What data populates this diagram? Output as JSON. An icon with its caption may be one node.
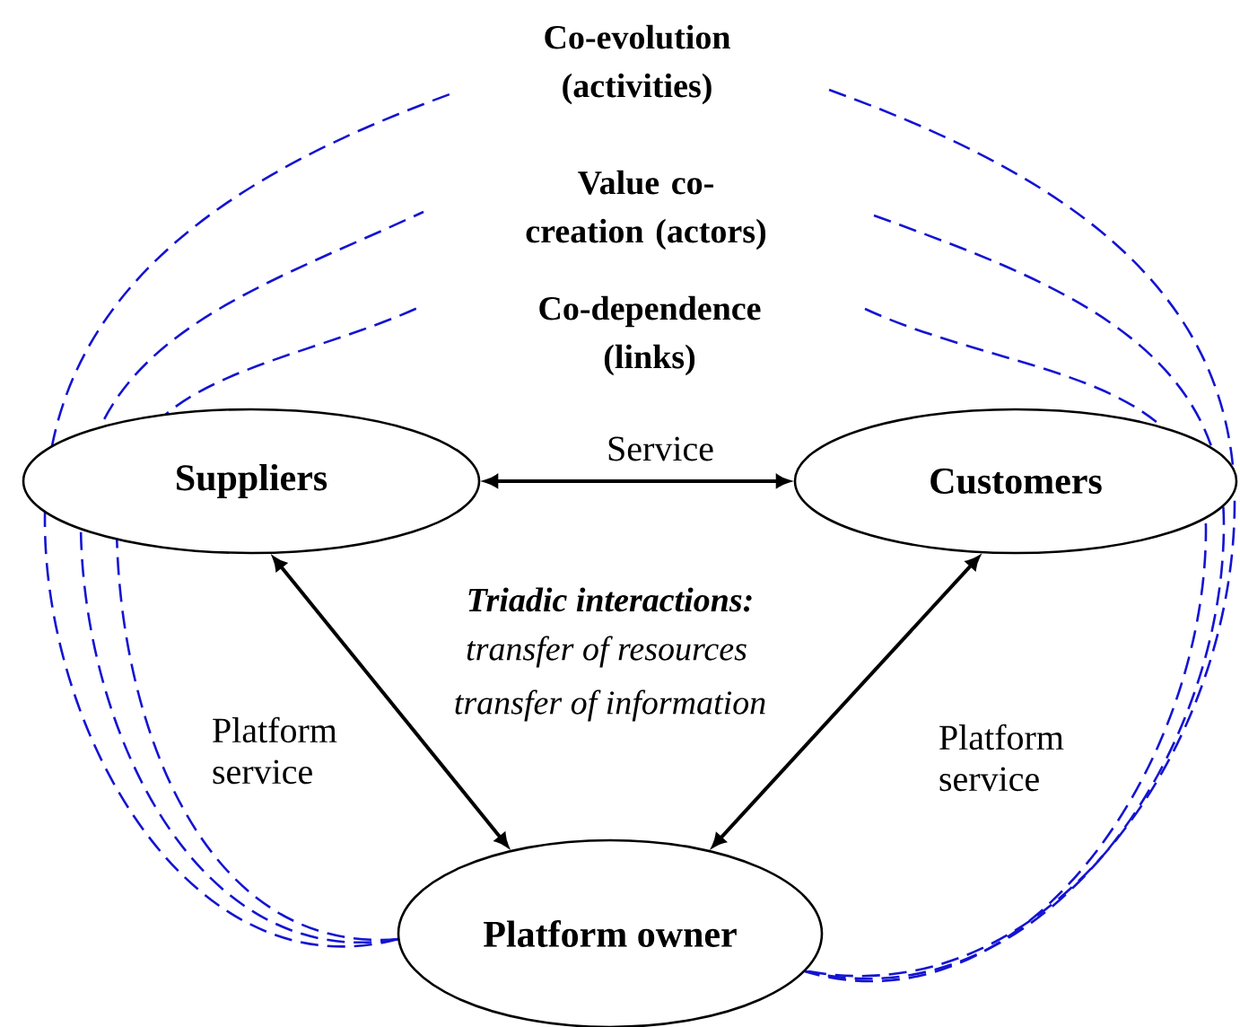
{
  "diagram": {
    "nodes": [
      {
        "text": [
          "Suppliers"
        ]
      },
      {
        "text": [
          "Customers"
        ]
      },
      {
        "text": [
          "Platform owner"
        ]
      }
    ],
    "edges": [
      {
        "from": 0,
        "to": 1,
        "arrow": "both",
        "label": "Service"
      },
      {
        "from": 0,
        "to": 2,
        "arrow": "both",
        "label": "Platform service"
      },
      {
        "from": 1,
        "to": 2,
        "arrow": "both",
        "label": "Platform service"
      }
    ],
    "labels": [
      "Co-evolution (activities)",
      "Value co-creation (actors)",
      "Co-dependence (links)",
      "Triadic interactions:",
      "transfer of resources",
      "transfer of information"
    ]
  }
}
